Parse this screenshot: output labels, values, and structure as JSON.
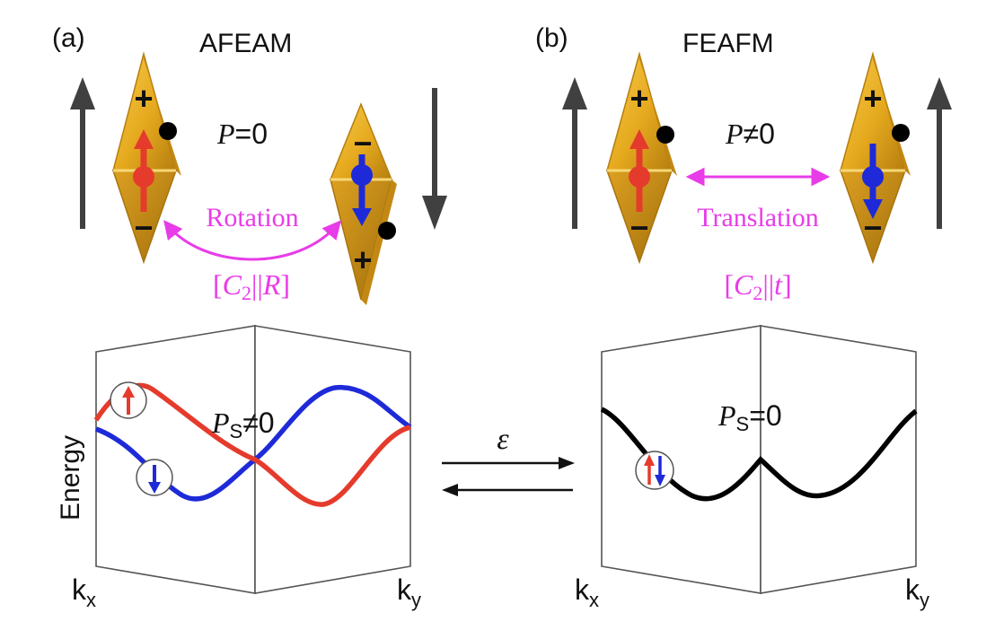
{
  "panel_a": {
    "tag": "(a)",
    "title": "AFEAM",
    "polarization": {
      "symbol": "P",
      "relation": "=0"
    },
    "operation": "Rotation",
    "symmetry": {
      "op": "C",
      "sub": "2",
      "sym": "R"
    },
    "spin_polarization": {
      "symbol": "P",
      "sub": "S",
      "relation": "≠0"
    },
    "kx": {
      "base": "k",
      "sub": "x"
    },
    "ky": {
      "base": "k",
      "sub": "y"
    },
    "ylabel": "Energy",
    "charges": {
      "plus": "+",
      "minus": "−"
    }
  },
  "panel_b": {
    "tag": "(b)",
    "title": "FEAFM",
    "polarization": {
      "symbol": "P",
      "relation": "≠0"
    },
    "operation": "Translation",
    "symmetry": {
      "op": "C",
      "sub": "2",
      "sym": "t"
    },
    "spin_polarization": {
      "symbol": "P",
      "sub": "S",
      "relation": "=0"
    },
    "kx": {
      "base": "k",
      "sub": "x"
    },
    "ky": {
      "base": "k",
      "sub": "y"
    },
    "charges": {
      "plus": "+",
      "minus": "−"
    }
  },
  "field": {
    "symbol": "ε"
  },
  "colors": {
    "octahedron": "#E3AA22",
    "spin_up": "#E53B2C",
    "spin_down": "#1E2AD8",
    "annotation": "#E83CE8",
    "axis_arrow": "#404040",
    "panel_border": "#555555"
  }
}
